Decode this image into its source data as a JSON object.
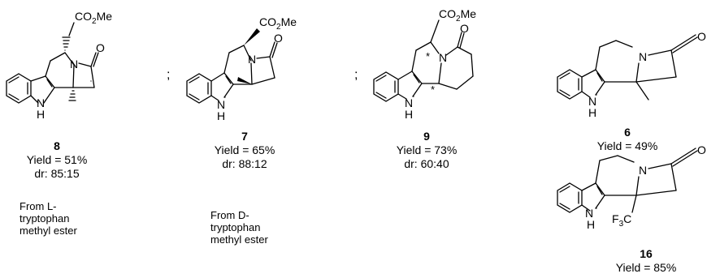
{
  "compounds": [
    {
      "id": "8",
      "yield": "Yield = 51%",
      "dr": "dr: 85:15",
      "note": "From L-\ntryptophan\nmethyl ester"
    },
    {
      "id": "7",
      "yield": "Yield = 65%",
      "dr": "dr: 88:12",
      "note": "From D-\ntryptophan\nmethyl ester"
    },
    {
      "id": "9",
      "yield": "Yield = 73%",
      "dr": "dr: 60:40"
    },
    {
      "id": "6",
      "yield": "Yield = 49%"
    },
    {
      "id": "16",
      "yield": "Yield = 85%"
    }
  ],
  "separator": ";",
  "atoms": {
    "ester_main": "CO",
    "ester_sub": "2",
    "ester_tail": "Me",
    "N": "N",
    "O": "O",
    "NH_N": "N",
    "NH_H": "H",
    "cf3_main": "F",
    "cf3_sub": "3",
    "cf3_tail": "C",
    "stereo": "*"
  }
}
